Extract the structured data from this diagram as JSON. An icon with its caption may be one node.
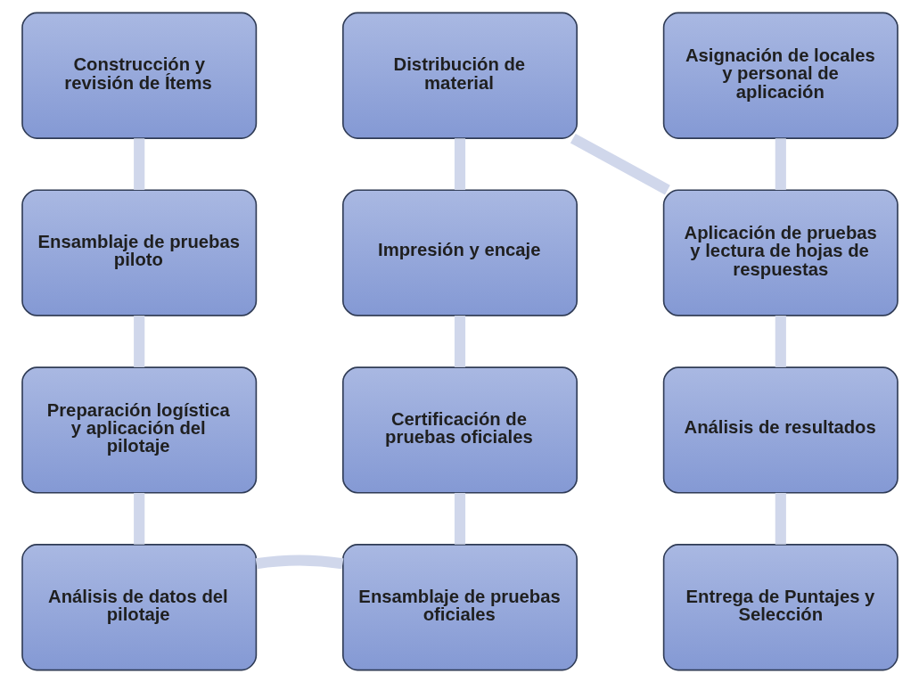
{
  "diagram": {
    "nodes": [
      {
        "text": [
          "Construcción y revisión de Ítems"
        ]
      },
      {
        "text": [
          "Ensamblaje de pruebas piloto"
        ]
      },
      {
        "text": [
          "Preparación logística y aplicación del pilotaje"
        ]
      },
      {
        "text": [
          "Análisis de datos del pilotaje"
        ]
      },
      {
        "text": [
          "Distribución de material"
        ]
      },
      {
        "text": [
          "Impresión y encaje"
        ]
      },
      {
        "text": [
          "Certificación de pruebas oficiales"
        ]
      },
      {
        "text": [
          "Ensamblaje de pruebas oficiales"
        ]
      },
      {
        "text": [
          "Asignación de locales y personal de aplicación"
        ]
      },
      {
        "text": [
          "Aplicación de pruebas y lectura de hojas de respuestas"
        ]
      },
      {
        "text": [
          "Análisis de resultados"
        ]
      },
      {
        "text": [
          "Entrega de Puntajes y Selección"
        ]
      }
    ],
    "edges": [
      {
        "from": 0,
        "to": 1,
        "arrow": "none"
      },
      {
        "from": 1,
        "to": 2,
        "arrow": "none"
      },
      {
        "from": 2,
        "to": 3,
        "arrow": "none"
      },
      {
        "from": 3,
        "to": 7,
        "arrow": "none"
      },
      {
        "from": 7,
        "to": 6,
        "arrow": "none"
      },
      {
        "from": 6,
        "to": 5,
        "arrow": "none"
      },
      {
        "from": 5,
        "to": 4,
        "arrow": "none"
      },
      {
        "from": 4,
        "to": 9,
        "arrow": "none"
      },
      {
        "from": 8,
        "to": 9,
        "arrow": "none"
      },
      {
        "from": 9,
        "to": 10,
        "arrow": "none"
      },
      {
        "from": 10,
        "to": 11,
        "arrow": "none"
      }
    ]
  }
}
